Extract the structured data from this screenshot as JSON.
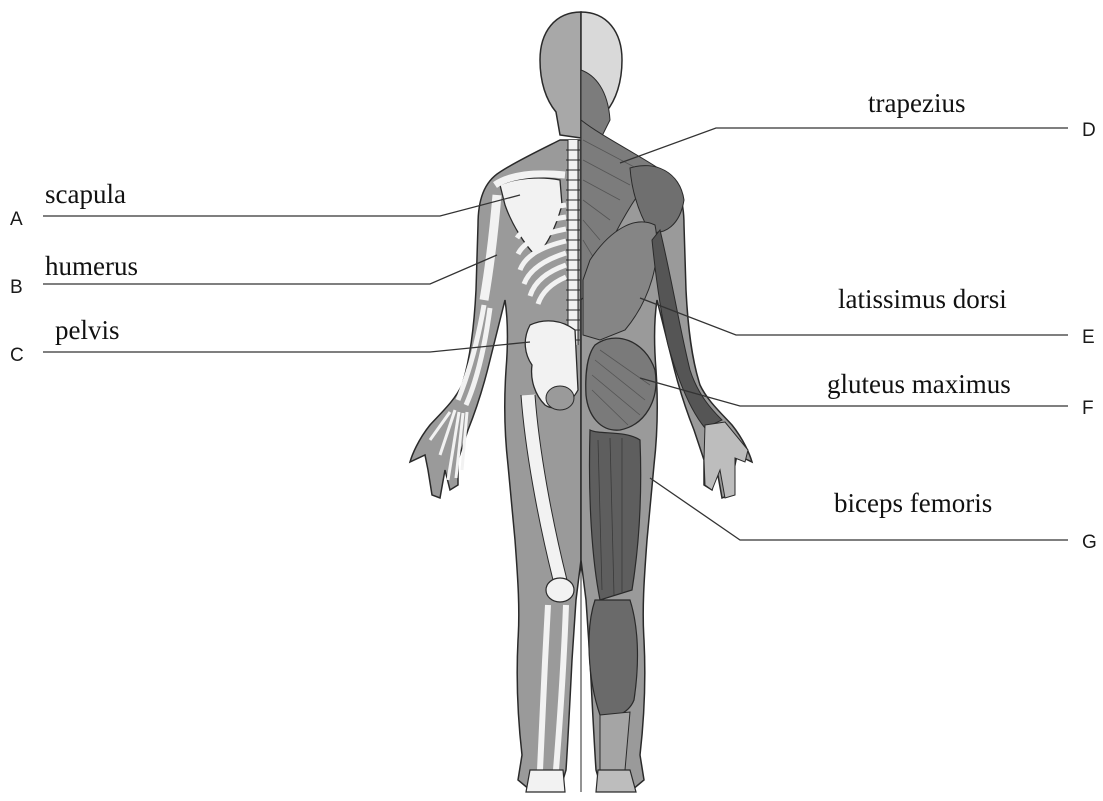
{
  "colors": {
    "skin": "#9a9a9a",
    "skin_dark": "#6f6f6f",
    "bone": "#f2f2f2",
    "bone_outline": "#2a2a2a",
    "muscle": "#7c7c7c",
    "muscle_dark": "#555555",
    "hair_light": "#d9d9d9",
    "text": "#111111"
  },
  "labels": [
    {
      "letter": "A",
      "term": "scapula",
      "side": "left"
    },
    {
      "letter": "B",
      "term": "humerus",
      "side": "left"
    },
    {
      "letter": "C",
      "term": "pelvis",
      "side": "left"
    },
    {
      "letter": "D",
      "term": "trapezius",
      "side": "right"
    },
    {
      "letter": "E",
      "term": "latissimus dorsi",
      "side": "right"
    },
    {
      "letter": "F",
      "term": "gluteus maximus",
      "side": "right"
    },
    {
      "letter": "G",
      "term": "biceps femoris",
      "side": "right"
    }
  ]
}
